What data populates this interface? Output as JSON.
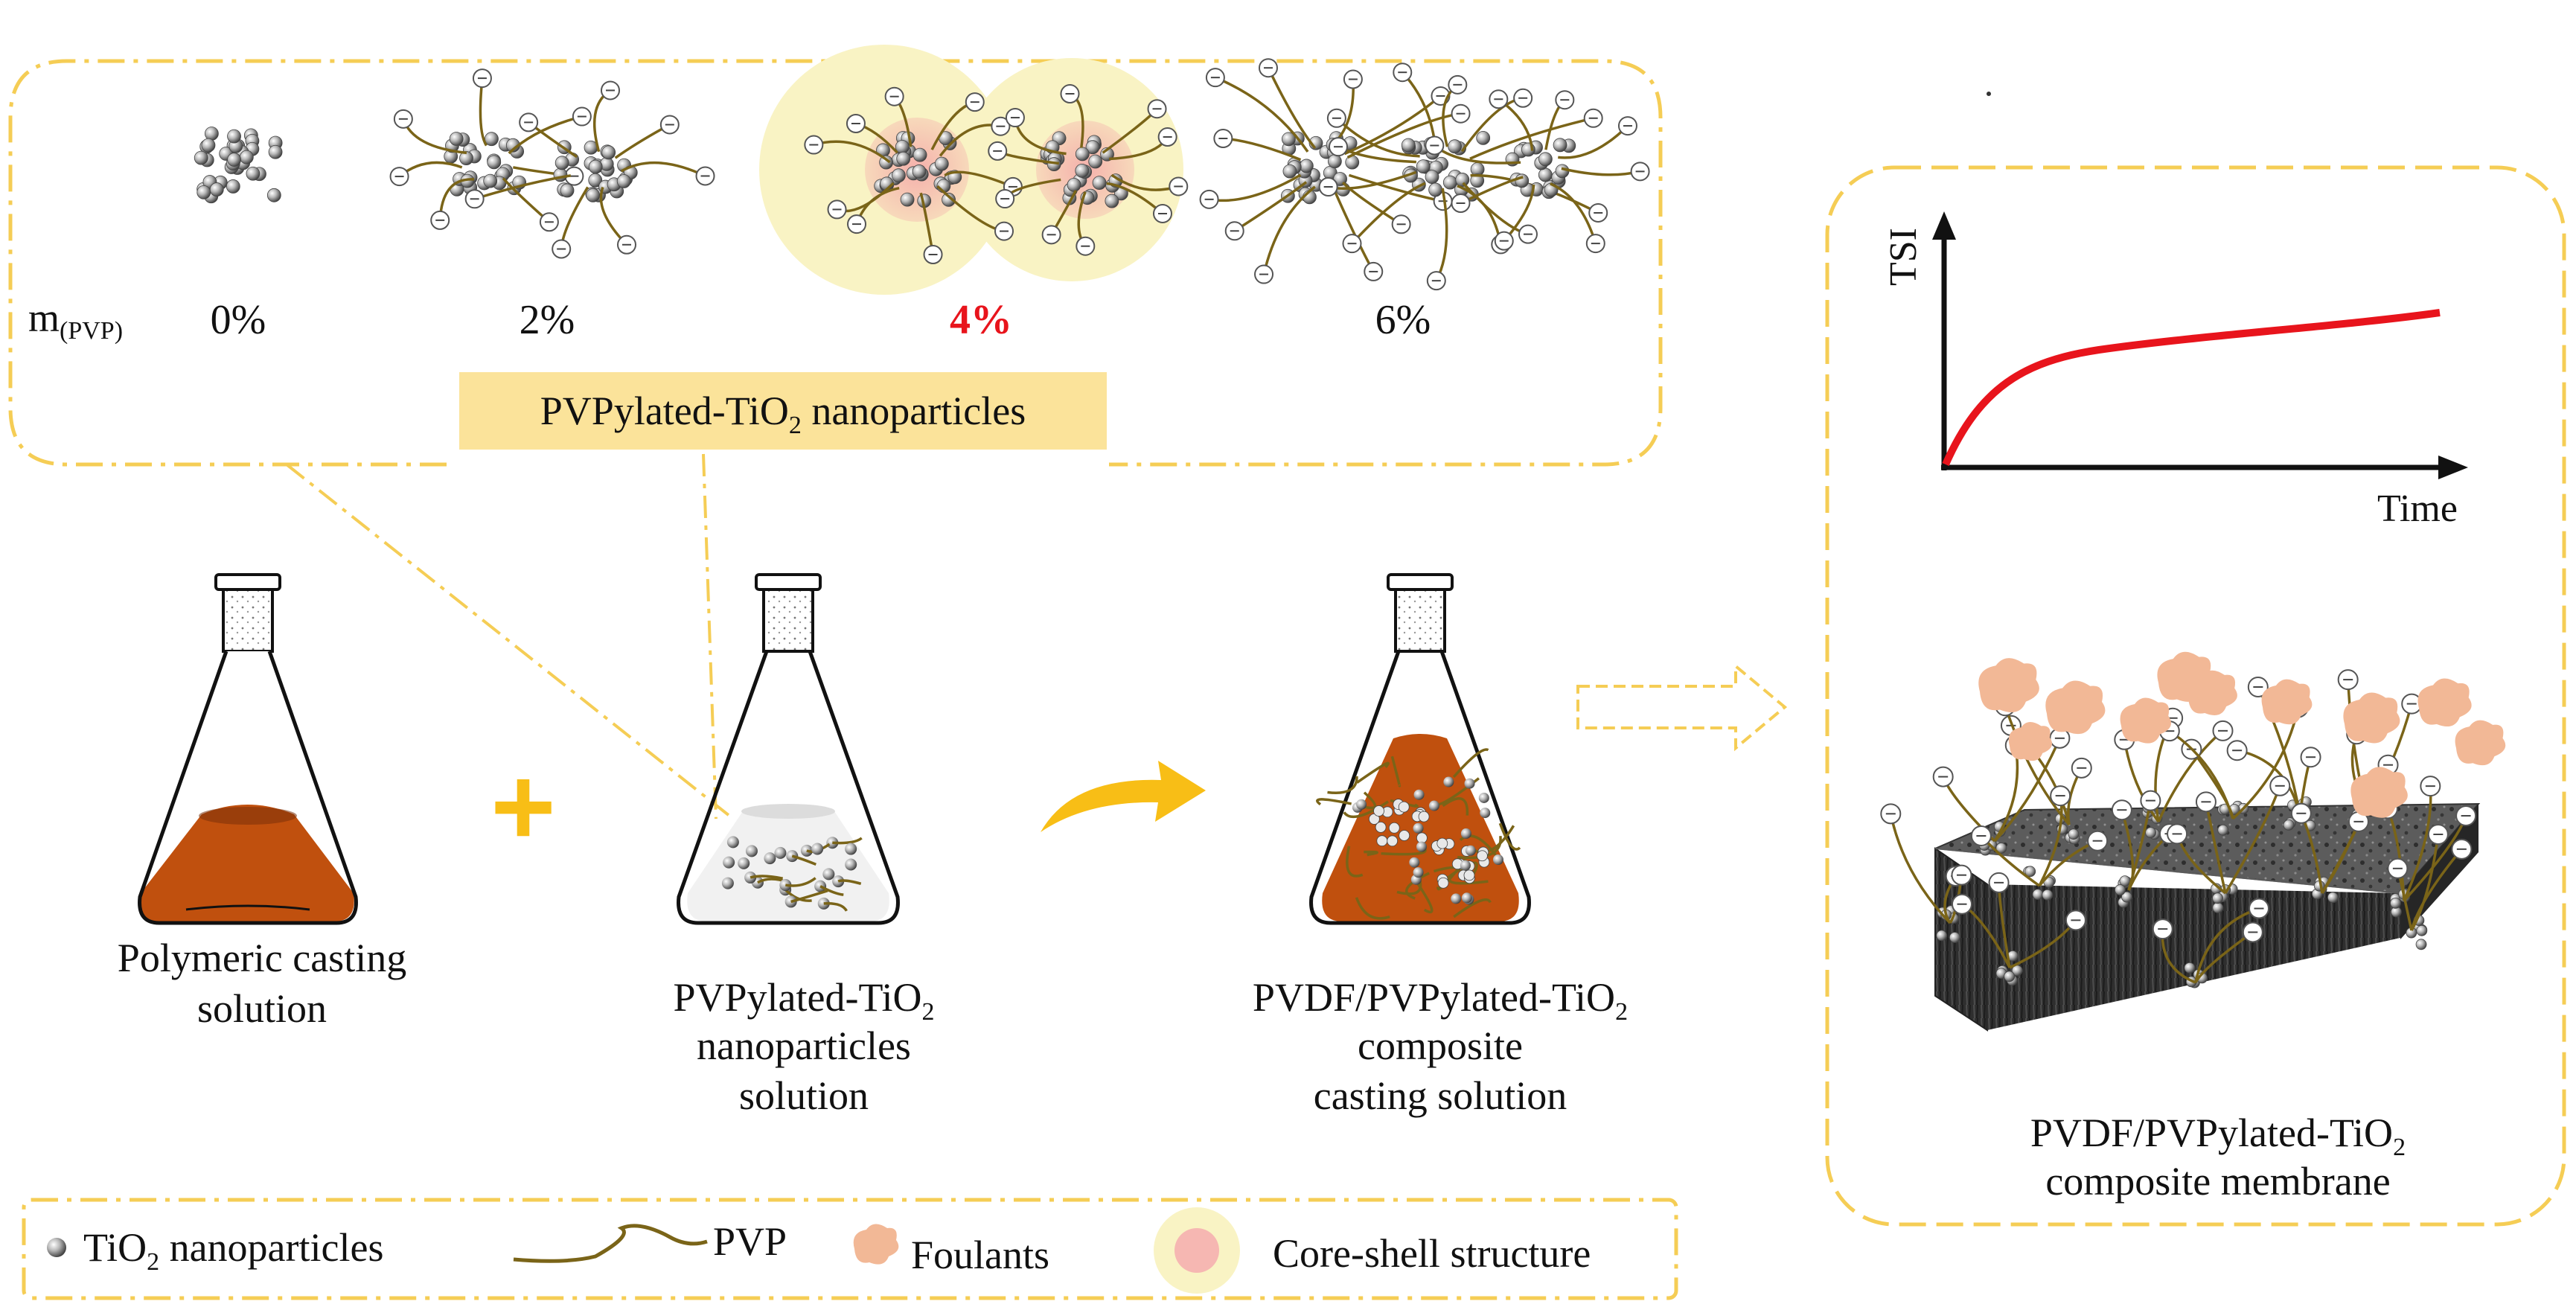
{
  "top_panel": {
    "ratio_label": {
      "main": "m",
      "sub": "(PVP)"
    },
    "ratios": [
      "0%",
      "2%",
      "4%",
      "6%"
    ],
    "highlight_color": "#e8141c",
    "banner": {
      "before": "PVPylated-TiO",
      "sub": "2",
      "after": " nanoparticles"
    }
  },
  "flasks": {
    "plus_sign": "+",
    "polymeric": {
      "line1": "Polymeric casting",
      "line2": "solution"
    },
    "nanoparticle": {
      "line1_before": "PVPylated-TiO",
      "line1_sub": "2",
      "line2": "nanoparticles",
      "line3": "solution"
    },
    "composite": {
      "line1_before": "PVDF/PVPylated-TiO",
      "line1_sub": "2",
      "line2": "composite",
      "line3": "casting solution"
    }
  },
  "graph": {
    "ylabel": "TSI",
    "xlabel": "Time",
    "curve_color": "#e8141c"
  },
  "membrane": {
    "line1_before": "PVDF/PVPylated-TiO",
    "line1_sub": "2",
    "line2": "composite membrane"
  },
  "legend": {
    "tio2_before": "TiO",
    "tio2_sub": "2",
    "tio2_after": " nanoparticles",
    "pvp": "PVP",
    "foulants": "Foulants",
    "core_shell": "Core-shell structure"
  },
  "colors": {
    "dash_border": "#f5cd55",
    "banner_bg": "#fbe39a",
    "casting_solution": "#c0500e",
    "arrow": "#f8be16",
    "pvp_chain": "#7a6418",
    "foulant": "#f2b896",
    "core_shell_fill": "#f9f3c4"
  },
  "icons": [
    "flask-icon",
    "curved-arrow-icon",
    "hollow-arrow-icon",
    "nanoparticle-cluster-icon",
    "membrane-block-icon",
    "foulant-icon"
  ]
}
